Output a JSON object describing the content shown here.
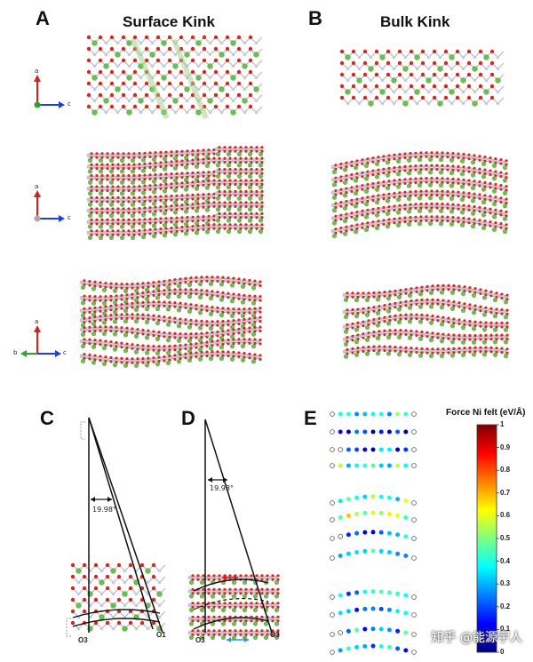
{
  "panels": {
    "A": {
      "label": "A",
      "title": "Surface Kink"
    },
    "B": {
      "label": "B",
      "title": "Bulk Kink"
    },
    "C": {
      "label": "C",
      "angle": "19.98°",
      "o_left": "O3",
      "o_right": "O1"
    },
    "D": {
      "label": "D",
      "angle": "19.98°",
      "o_left": "O3",
      "o_right": "O3"
    },
    "E": {
      "label": "E"
    }
  },
  "axes": [
    {
      "up": "a",
      "right": "c"
    },
    {
      "up": "a",
      "right": "c"
    },
    {
      "up": "a",
      "left": "b",
      "right": "c"
    }
  ],
  "colorbar": {
    "title": "Force Ni felt (eV/Å)",
    "ticks": [
      "1",
      "0.9",
      "0.8",
      "0.7",
      "0.6",
      "0.5",
      "0.4",
      "0.3",
      "0.2",
      "0.1",
      "0"
    ]
  },
  "watermark": "知乎 @能源宇人",
  "colors": {
    "oxygen": "#d42a1e",
    "nickel": "#6bbf4e",
    "metal": "#c8c8d8",
    "axis_a": "#d61f1f",
    "axis_c": "#1f3fd6",
    "axis_b": "#2aa52a"
  }
}
